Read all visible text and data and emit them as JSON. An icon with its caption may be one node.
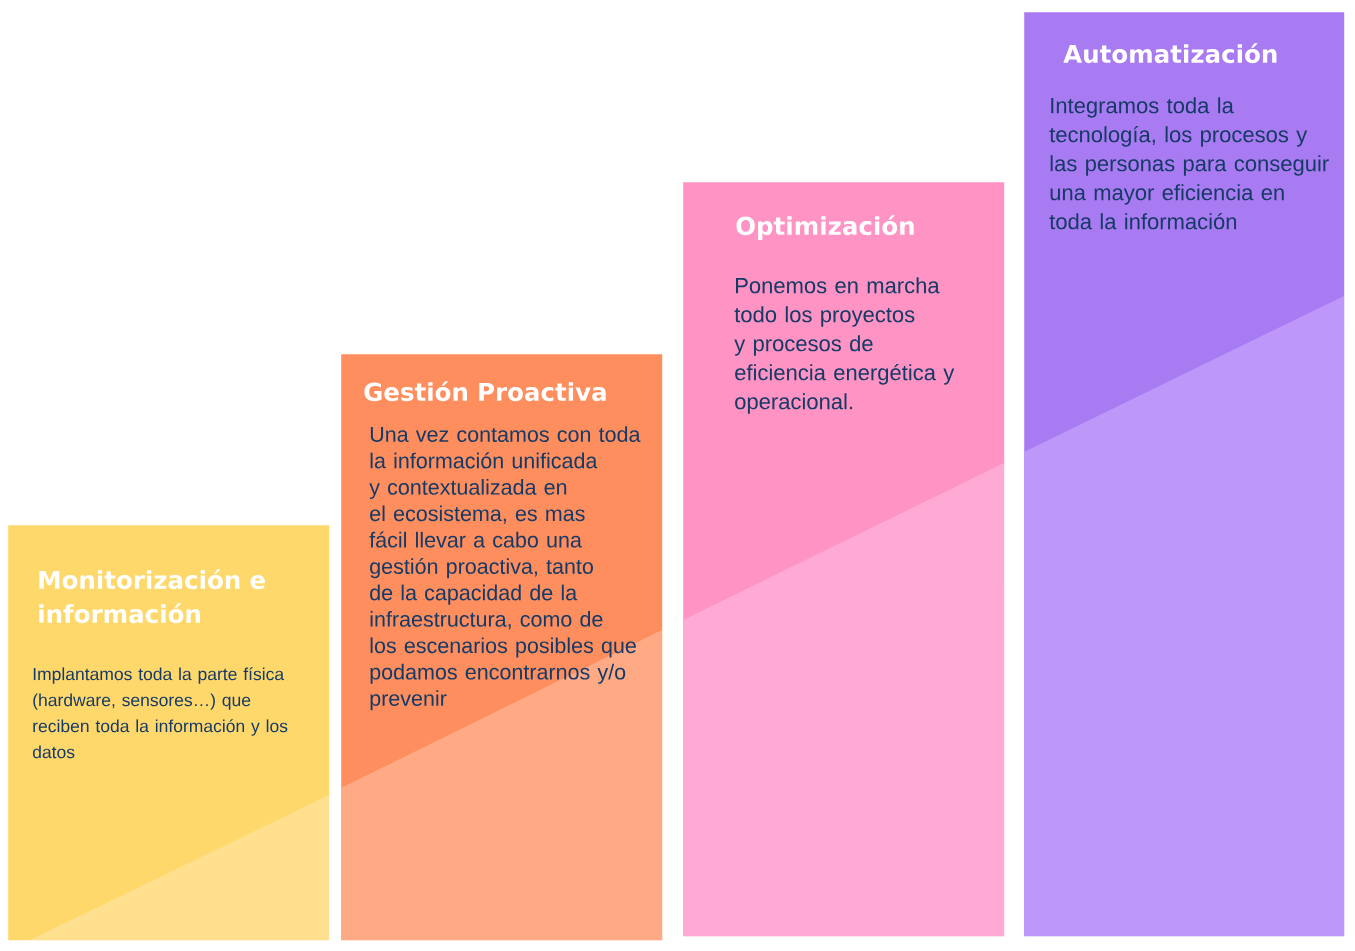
{
  "diagram": {
    "nodes": [
      {
        "text": [
          "Monitorización e información",
          "Implantamos toda la parte física (hardware, sensores…) que reciben toda la información y los datos"
        ]
      },
      {
        "text": [
          "Gestión  Proactiva",
          "Una vez contamos con toda la información unificada y contextualizada en el ecosistema, es mas fácil llevar a cabo una gestión proactiva, tanto de la capacidad de la infraestructura, como de los escenarios posibles que podamos encontrarnos y/o prevenir"
        ]
      },
      {
        "text": [
          "Optimización",
          "Ponemos en marcha todo los proyectos y procesos de eficiencia energética y operacional."
        ]
      },
      {
        "text": [
          "Automatización",
          "Integramos toda la tecnología, los procesos y las personas para conseguir una mayor eficiencia en toda la información"
        ]
      }
    ]
  }
}
